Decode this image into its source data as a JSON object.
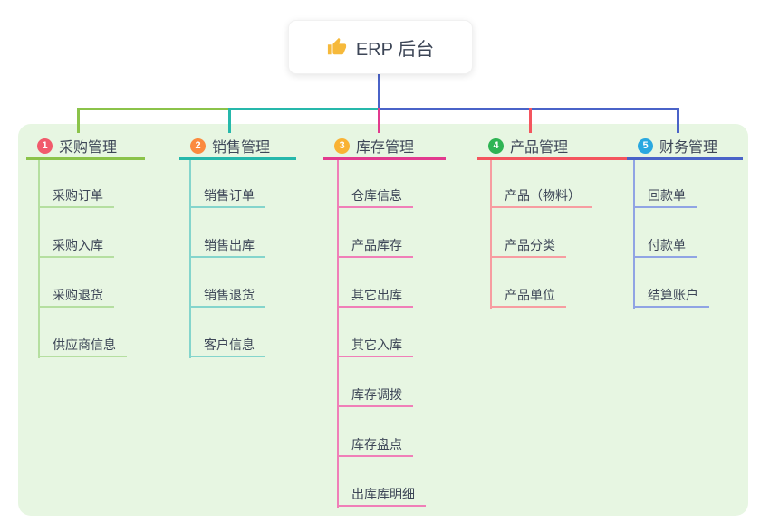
{
  "root": {
    "label": "ERP 后台",
    "icon": "thumbs-up"
  },
  "canvas": {
    "background": "#ffffff",
    "panel_background": "#e7f6e2",
    "text_color": "#3d4657"
  },
  "connectors": {
    "stem_color": "#4a63c8",
    "segment_left_color": "#8bc34a",
    "segment_mid_color": "#26b8ab",
    "segment_right_color": "#4a63c8",
    "drop_colors": [
      "#8bc34a",
      "#26b8ab",
      "#e23a8e",
      "#f4555e",
      "#4a63c8"
    ]
  },
  "branches": [
    {
      "index": "1",
      "label": "采购管理",
      "badge_color": "#f15b6c",
      "line_color": "#8bc34a",
      "child_line_color": "#b5dfa0",
      "children": [
        "采购订单",
        "采购入库",
        "采购退货",
        "供应商信息"
      ]
    },
    {
      "index": "2",
      "label": "销售管理",
      "badge_color": "#fb8a3e",
      "line_color": "#26b8ab",
      "child_line_color": "#84d5cc",
      "children": [
        "销售订单",
        "销售出库",
        "销售退货",
        "客户信息"
      ]
    },
    {
      "index": "3",
      "label": "库存管理",
      "badge_color": "#f9b234",
      "line_color": "#e23a8e",
      "child_line_color": "#f07fb8",
      "children": [
        "仓库信息",
        "产品库存",
        "其它出库",
        "其它入库",
        "库存调拨",
        "库存盘点",
        "出库库明细"
      ]
    },
    {
      "index": "4",
      "label": "产品管理",
      "badge_color": "#2fb454",
      "line_color": "#f4555e",
      "child_line_color": "#f79da1",
      "children": [
        "产品（物料）",
        "产品分类",
        "产品单位"
      ]
    },
    {
      "index": "5",
      "label": "财务管理",
      "badge_color": "#29a8e0",
      "line_color": "#4a63c8",
      "child_line_color": "#90a4e4",
      "children": [
        "回款单",
        "付款单",
        "结算账户"
      ]
    }
  ]
}
